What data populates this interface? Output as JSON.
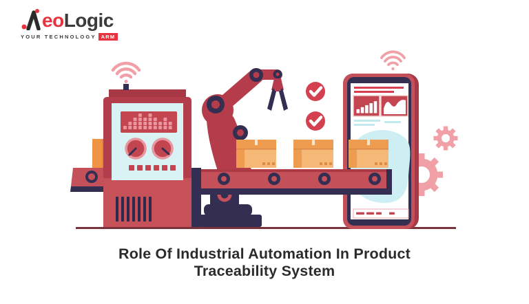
{
  "logo": {
    "brand_accent": "eo",
    "brand_rest": "Logic",
    "tagline": "YOUR TECHNOLOGY",
    "tagline_badge": "ARM"
  },
  "title": {
    "line1": "Role Of Industrial Automation In Product",
    "line2": "Traceability System"
  },
  "colors": {
    "dark_red": "#b23d4b",
    "mid_red": "#c4505a",
    "crimson": "#d4404f",
    "navy": "#332e52",
    "panel_blue": "#d9f3f4",
    "pink": "#f2a0a8",
    "orange": "#ee9c50",
    "tan": "#f5b877",
    "blob_cyan": "#cdeef2",
    "ground": "#7a333c",
    "logo_red": "#e8323e"
  },
  "illustration": {
    "machine": {
      "equalizer_bars": [
        1,
        2,
        3,
        4,
        3,
        4,
        3,
        2,
        3,
        2
      ],
      "dial_count": 2,
      "button_count": 6,
      "vent_count": 7
    },
    "phone": {
      "bar_chart_values": [
        2,
        3,
        4,
        5,
        6
      ],
      "status_dash_widths": [
        12,
        11,
        8,
        8
      ]
    },
    "conveyor": {
      "roller_count": 4,
      "box_count": 3
    },
    "checkmark_count": 2
  }
}
